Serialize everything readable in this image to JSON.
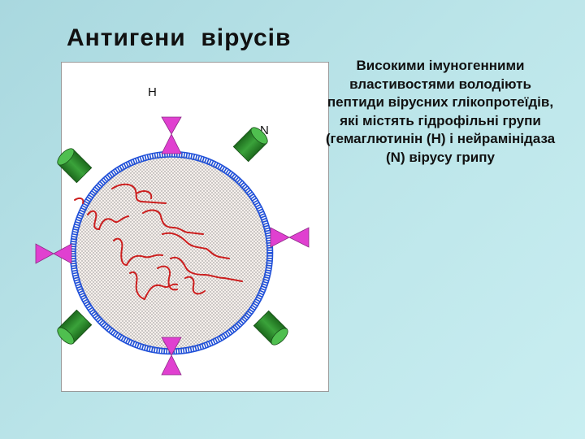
{
  "slide": {
    "title": "Антигени  вірусів",
    "description": "Високими імуногенними властивостями володіють пептиди вірусних глікопротеїдів, які містять гідрофільні групи (гемаглютинін (Н) і нейрамінідаза (N) вірусу грипу"
  },
  "diagram": {
    "label_h": "Н",
    "label_n": "N",
    "colors": {
      "envelope": "#2050d8",
      "hemagglutinin": "#e040d0",
      "neuraminidase": "#2e8a2e",
      "rna": "#cc1f1f"
    }
  }
}
